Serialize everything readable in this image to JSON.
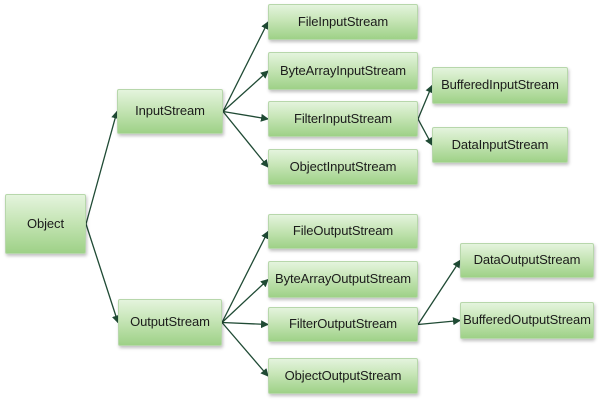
{
  "diagram": {
    "nodes": {
      "object": "Object",
      "input_stream": "InputStream",
      "output_stream": "OutputStream",
      "file_input_stream": "FileInputStream",
      "byte_array_input_stream": "ByteArrayInputStream",
      "filter_input_stream": "FilterInputStream",
      "object_input_stream": "ObjectInputStream",
      "buffered_input_stream": "BufferedInputStream",
      "data_input_stream": "DataInputStream",
      "file_output_stream": "FileOutputStream",
      "byte_array_output_stream": "ByteArrayOutputStream",
      "filter_output_stream": "FilterOutputStream",
      "object_output_stream": "ObjectOutputStream",
      "data_output_stream": "DataOutputStream",
      "buffered_output_stream": "BufferedOutputStream"
    },
    "edges": [
      [
        "object",
        "input_stream"
      ],
      [
        "object",
        "output_stream"
      ],
      [
        "input_stream",
        "file_input_stream"
      ],
      [
        "input_stream",
        "byte_array_input_stream"
      ],
      [
        "input_stream",
        "filter_input_stream"
      ],
      [
        "input_stream",
        "object_input_stream"
      ],
      [
        "filter_input_stream",
        "buffered_input_stream"
      ],
      [
        "filter_input_stream",
        "data_input_stream"
      ],
      [
        "output_stream",
        "file_output_stream"
      ],
      [
        "output_stream",
        "byte_array_output_stream"
      ],
      [
        "output_stream",
        "filter_output_stream"
      ],
      [
        "output_stream",
        "object_output_stream"
      ],
      [
        "filter_output_stream",
        "data_output_stream"
      ],
      [
        "filter_output_stream",
        "buffered_output_stream"
      ]
    ],
    "colors": {
      "box_top": "#e4f4dd",
      "box_bottom": "#9ed187",
      "arrow": "#1f4a34"
    }
  }
}
